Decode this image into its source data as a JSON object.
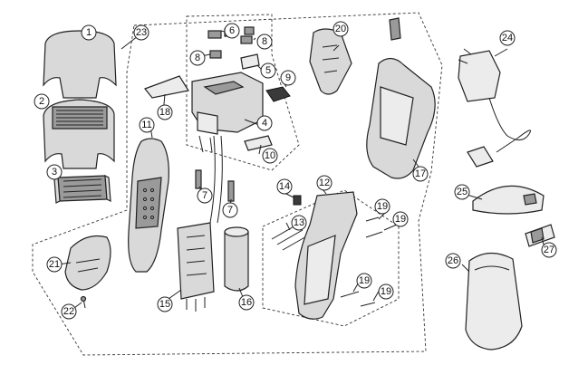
{
  "callouts": {
    "c1": "1",
    "c2": "2",
    "c3": "3",
    "c4": "4",
    "c5": "5",
    "c6": "6",
    "c7a": "7",
    "c7b": "7",
    "c8a": "8",
    "c8b": "8",
    "c9": "9",
    "c10": "10",
    "c11": "11",
    "c12": "12",
    "c13": "13",
    "c14": "14",
    "c15": "15",
    "c16": "16",
    "c17": "17",
    "c18": "18",
    "c19a": "19",
    "c19b": "19",
    "c19c": "19",
    "c19d": "19",
    "c20": "20",
    "c21": "21",
    "c22": "22",
    "c23": "23",
    "c24": "24",
    "c25": "25",
    "c26": "26",
    "c27": "27"
  }
}
